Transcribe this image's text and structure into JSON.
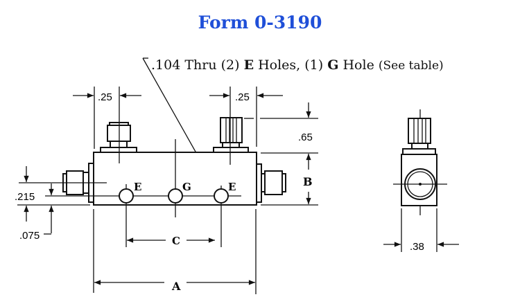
{
  "title": "Form 0-3190",
  "callout": {
    "prefix": ".104 Thru (2) ",
    "e": "E",
    "mid": " Holes, (1) ",
    "g": "G",
    "suffix": " Hole ",
    "note": "(See table)"
  },
  "dimensions": {
    "left_conn_offset": ".25",
    "right_conn_offset": ".25",
    "height_conn": ".65",
    "b": "B",
    "hole_height": ".215",
    "bottom_offset": ".075",
    "c": "C",
    "a": "A",
    "side_width": ".38"
  },
  "holes": {
    "e1": "E",
    "g": "G",
    "e2": "E"
  },
  "colors": {
    "title": "#1f4fd8",
    "line": "#111111"
  }
}
